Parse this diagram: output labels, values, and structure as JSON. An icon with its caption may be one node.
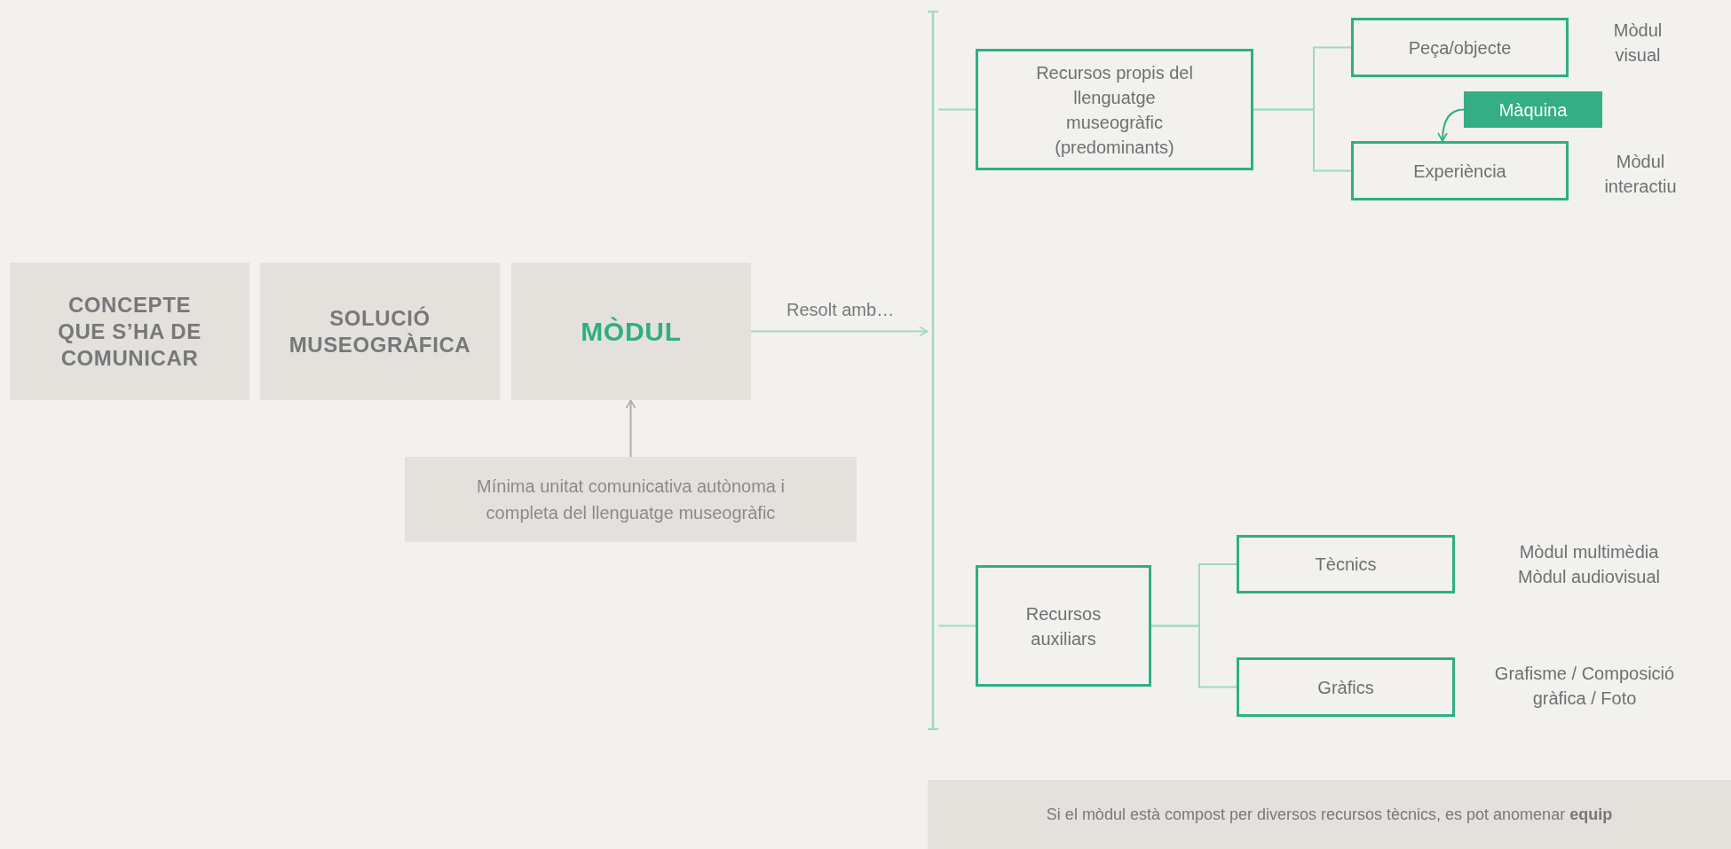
{
  "diagram": {
    "nodes": [
      {
        "text": [
          "CONCEPTE QUE S’HA DE COMUNICAR"
        ]
      },
      {
        "text": [
          "SOLUCIÓ MUSEOGRÀFICA"
        ]
      },
      {
        "text": [
          "MÒDUL"
        ]
      },
      {
        "text": [
          "Mínima unitat comunicativa autònoma i completa del llenguatge museogràfic"
        ]
      },
      {
        "text": [],
        "shape": "bar"
      },
      {
        "text": [
          "Recursos propis del llenguatge museogràfic (predominants)"
        ]
      },
      {
        "text": [
          "Peça/objecte"
        ],
        "beside": [
          "Mòdul visual"
        ]
      },
      {
        "text": [
          "Experiència"
        ],
        "beside": [
          "Mòdul interactiu"
        ]
      },
      {
        "text": [
          "Màquina"
        ]
      },
      {
        "text": [
          "Recursos auxiliars"
        ]
      },
      {
        "text": [
          "Tècnics"
        ],
        "beside": [
          "Mòdul multimèdia",
          "Mòdul audiovisual"
        ]
      },
      {
        "text": [
          "Gràfics"
        ],
        "beside": [
          "Grafisme / Composició gràfica / Foto"
        ]
      },
      {
        "text": [
          "Si el mòdul està compost per diversos recursos tècnics, es pot anomenar **equip**"
        ]
      }
    ],
    "edges": [
      {
        "from": 3,
        "to": 2,
        "arrow": "to",
        "color": "#b5ada2"
      },
      {
        "from": 2,
        "to": 4,
        "arrow": "to",
        "label": "Resolt amb…"
      },
      {
        "from": 4,
        "to": 5,
        "arrow": "none"
      },
      {
        "from": 4,
        "to": 9,
        "arrow": "none"
      },
      {
        "from": 5,
        "to": 6,
        "arrow": "none"
      },
      {
        "from": 5,
        "to": 7,
        "arrow": "none"
      },
      {
        "from": 8,
        "to": 7,
        "arrow": "to",
        "color": "#2fae86"
      },
      {
        "from": 9,
        "to": 10,
        "arrow": "none"
      },
      {
        "from": 9,
        "to": 11,
        "arrow": "none"
      }
    ]
  }
}
